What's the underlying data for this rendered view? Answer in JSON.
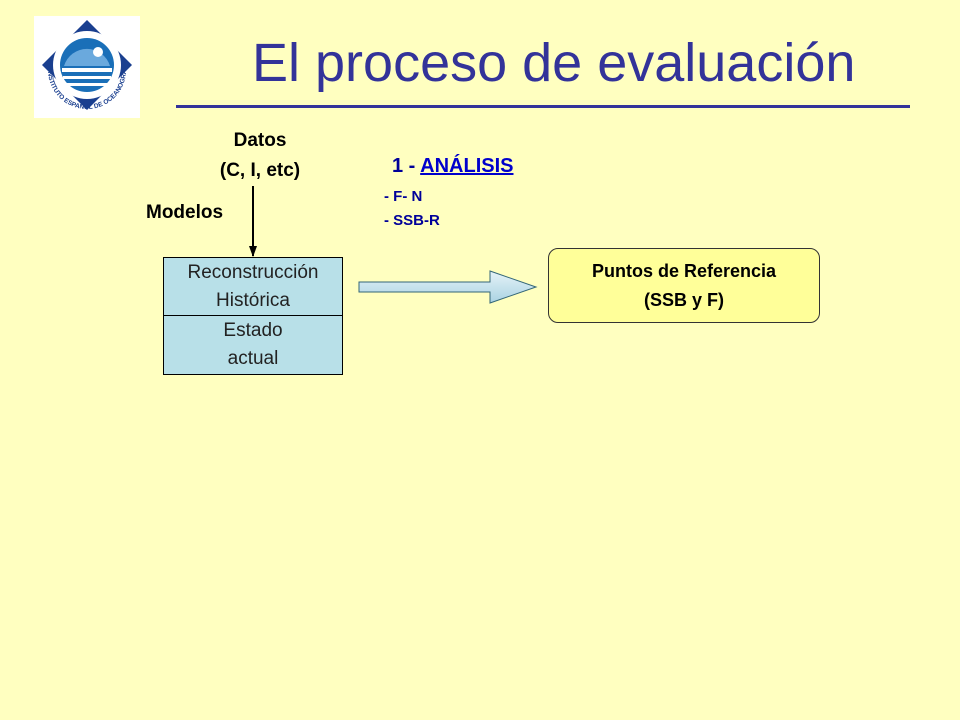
{
  "header": {
    "title": "El proceso de evaluación",
    "logo_text": "INSTITUTO ESPAÑOL DE OCEANOGRAFÍA 1914"
  },
  "diagram": {
    "input": {
      "line1": "Datos",
      "line2": "(C, I, etc)"
    },
    "models_label": "Modelos",
    "analysis": {
      "prefix": "1 - ",
      "label": "ANÁLISIS",
      "items": [
        "- F- N",
        "- SSB-R"
      ]
    },
    "reconstruction": {
      "line1": "Reconstrucción",
      "line2": "Histórica"
    },
    "state": {
      "line1": "Estado",
      "line2": "actual"
    },
    "reference_points": {
      "line1": "Puntos de Referencia",
      "line2": "(SSB y F)"
    }
  },
  "colors": {
    "background": "#ffffc0",
    "title": "#333399",
    "analysis": "#000099",
    "box_fill": "#b8e0e8",
    "ref_fill": "#ffff99"
  }
}
